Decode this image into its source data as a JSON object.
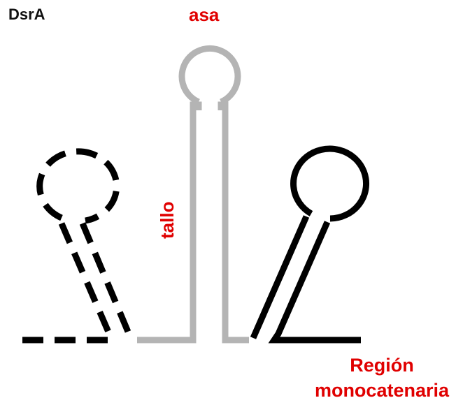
{
  "title": "DsrA",
  "labels": {
    "loop": "asa",
    "stem": "tallo",
    "region_line1": "Región",
    "region_line2": "monocatenaria"
  },
  "colors": {
    "label_red": "#e00000",
    "title": "#111111",
    "hairpin_grey": "#b4b4b4",
    "hairpin_black": "#000000"
  }
}
